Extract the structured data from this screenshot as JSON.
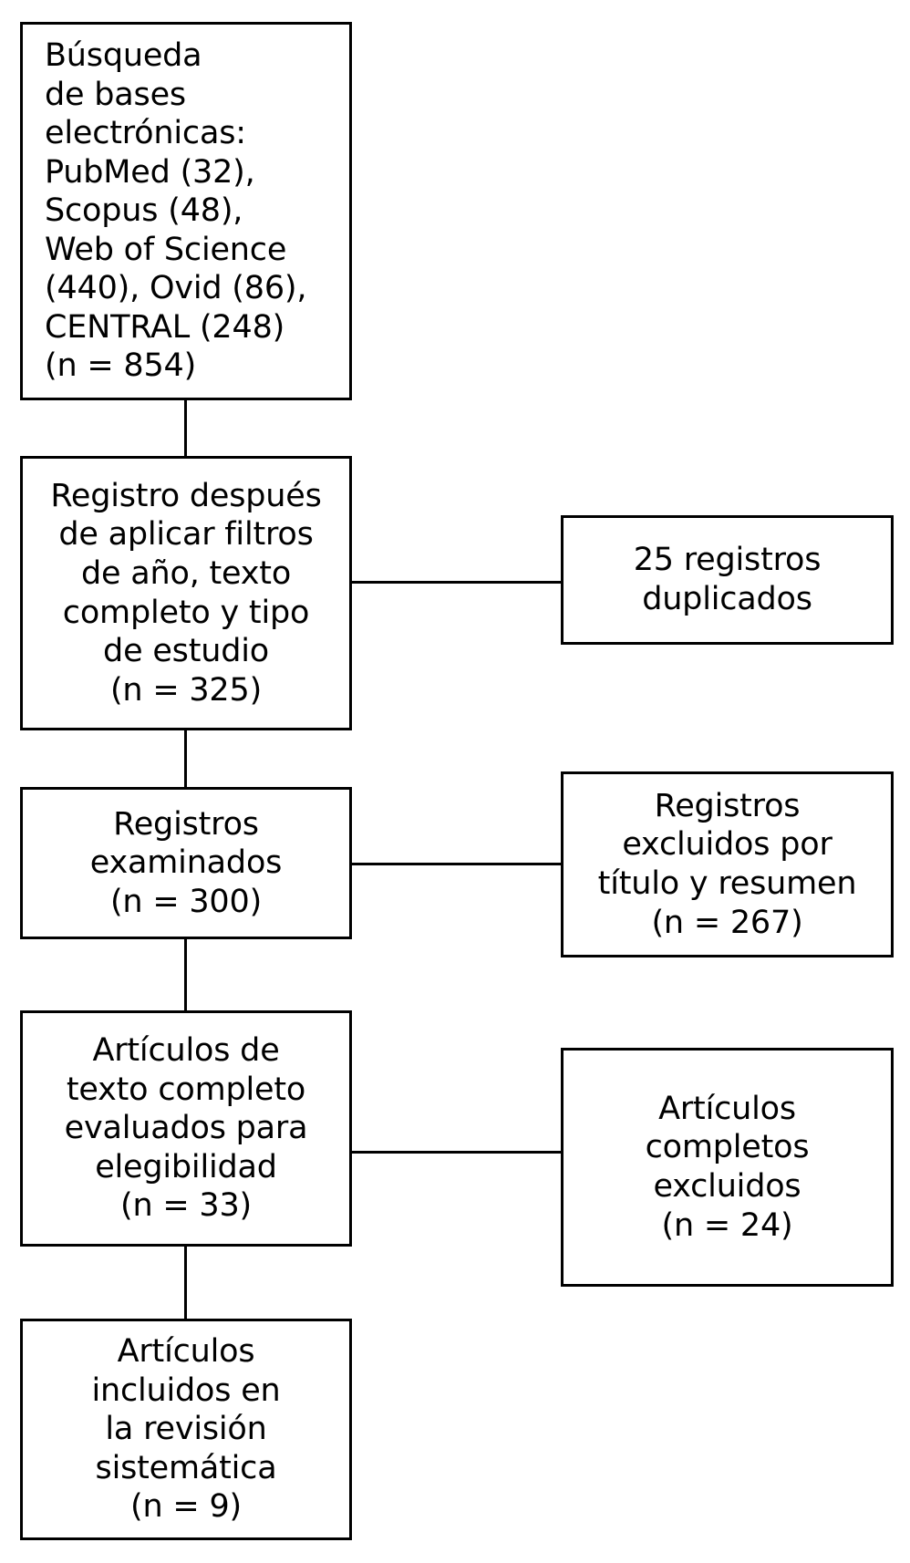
{
  "diagram": {
    "type": "prisma-flow-diagram",
    "language": "es",
    "line_color": "#000000",
    "box_fill": "#ffffff",
    "text_color": "#000000",
    "nodes": {
      "identification": {
        "id": "search-databases",
        "align": "left",
        "text": "Búsqueda\nde bases\nelectrónicas:\nPubMed (32),\nScopus (48),\nWeb of Science\n(440), Ovid (86),\nCENTRAL (248)\n(n = 854)",
        "count": 854,
        "sources": [
          {
            "name": "PubMed",
            "count": 32
          },
          {
            "name": "Scopus",
            "count": 48
          },
          {
            "name": "Web of Science",
            "count": 440
          },
          {
            "name": "Ovid",
            "count": 86
          },
          {
            "name": "CENTRAL",
            "count": 248
          }
        ]
      },
      "after_filters": {
        "id": "records-after-filters",
        "align": "center",
        "text": "Registro después\nde aplicar filtros\nde año, texto\ncompleto y tipo\nde estudio\n(n = 325)",
        "count": 325
      },
      "duplicates": {
        "id": "duplicate-records",
        "align": "center",
        "text": "25 registros\nduplicados",
        "count": 25
      },
      "screened": {
        "id": "records-screened",
        "align": "center",
        "text": "Registros\nexaminados\n(n = 300)",
        "count": 300
      },
      "excluded_title_abstract": {
        "id": "records-excluded-title-abstract",
        "align": "center",
        "text": "Registros\nexcluidos por\ntítulo y resumen\n(n = 267)",
        "count": 267
      },
      "eligibility": {
        "id": "full-text-assessed",
        "align": "center",
        "text": "Artículos de\ntexto completo\nevaluados para\nelegibilidad\n(n = 33)",
        "count": 33
      },
      "excluded_full_text": {
        "id": "full-text-excluded",
        "align": "center",
        "text": "Artículos\ncompletos\nexcluidos\n(n = 24)",
        "count": 24
      },
      "included": {
        "id": "articles-included",
        "align": "center",
        "text": "Artículos\nincluidos en\nla revisión\nsistemática\n(n = 9)",
        "count": 9
      }
    }
  }
}
